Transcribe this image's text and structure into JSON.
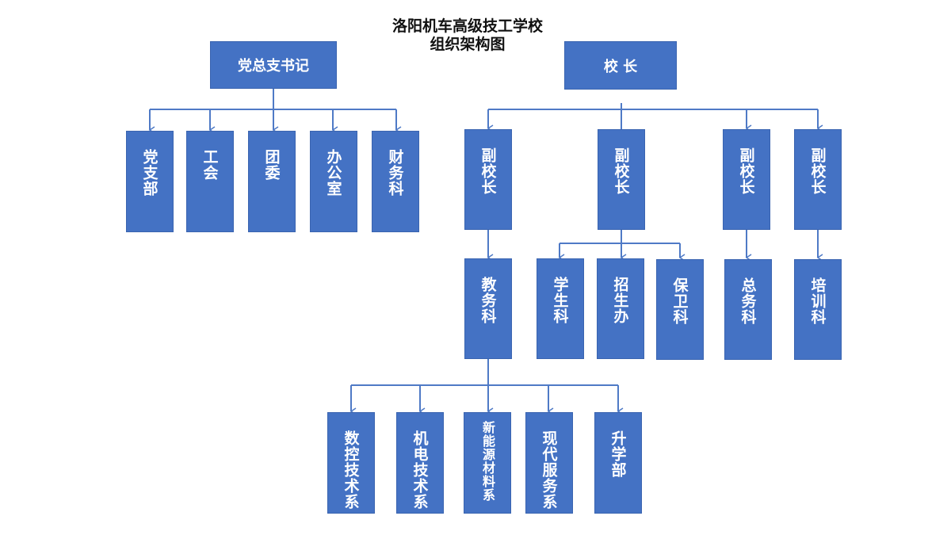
{
  "title": {
    "line1": "洛阳机车高级技工学校",
    "line2": "组织架构图"
  },
  "colors": {
    "box_fill": "#4472c4",
    "line": "#4f7ac6",
    "text": "#ffffff"
  },
  "nodes": {
    "party_secretary": "党总支书记",
    "principal": "校 长",
    "party_branch": "党支部",
    "labor_union": "工会",
    "youth_league": "团委",
    "office": "办公室",
    "finance": "财务科",
    "vp1": "副校长",
    "vp2": "副校长",
    "vp3": "副校长",
    "vp4": "副校长",
    "academic_affairs": "教务科",
    "student_affairs": "学生科",
    "admissions": "招生办",
    "security": "保卫科",
    "general_affairs": "总务科",
    "training": "培训科",
    "cnc_dept": "数控技术系",
    "mechatronics_dept": "机电技术系",
    "new_energy_dept": "新能源材料系",
    "modern_service_dept": "现代服务系",
    "further_study_dept": "升学部"
  }
}
